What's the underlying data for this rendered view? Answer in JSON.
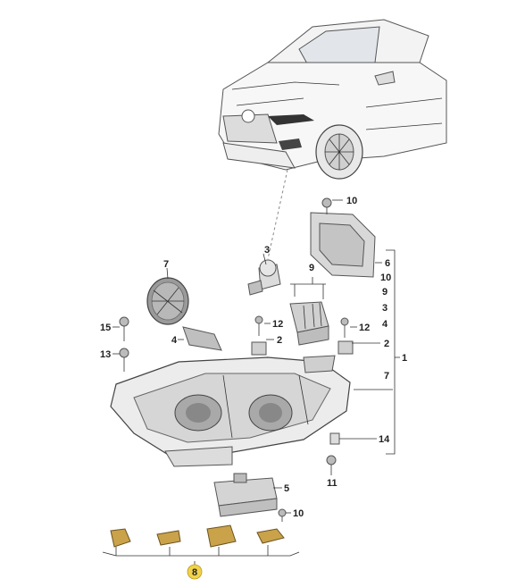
{
  "diagram": {
    "car_label": "vehicle front view",
    "callouts": {
      "c10_top": "10",
      "c3": "3",
      "c7_lens": "7",
      "c9_top": "9",
      "c6": "6",
      "c15": "15",
      "c12_left": "12",
      "c12_right": "12",
      "c4": "4",
      "c2_left": "2",
      "c2_right": "2",
      "c13": "13",
      "c14": "14",
      "c11": "11",
      "c5": "5",
      "c10_bottom": "10",
      "c8_badge": "8",
      "c1": "1"
    },
    "bracket_list": [
      "10",
      "9",
      "3",
      "4",
      "2",
      "7"
    ],
    "colors": {
      "gold_part": "#c9a24a",
      "badge": "#f1d24a",
      "lens_gray": "#9a9a9a"
    }
  }
}
